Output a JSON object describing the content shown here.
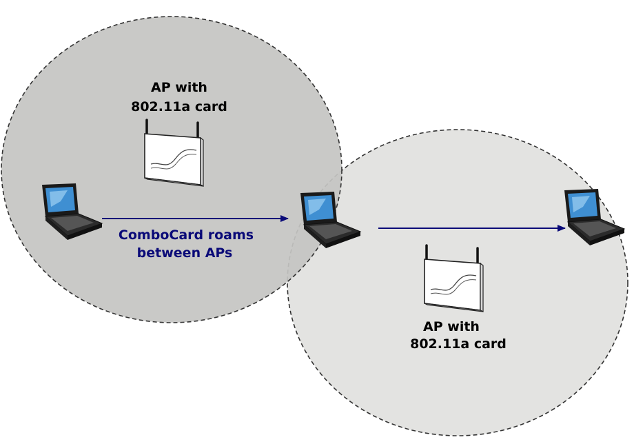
{
  "colors": {
    "zone_top": "#c4c4c2",
    "zone_bottom": "#e3e3e1",
    "zone_border": "#333333",
    "arrow": "#0a0a78",
    "caption": "#0a0a78"
  },
  "ap_top": {
    "label_line1": "AP with",
    "label_line2": "802.11a card"
  },
  "ap_bottom": {
    "label_line1": "AP with",
    "label_line2": "802.11a card"
  },
  "roam_caption": {
    "line1": "ComboCard roams",
    "line2": "between APs"
  },
  "icons": {
    "access_point": "access-point-icon",
    "laptop": "laptop-icon",
    "arrow": "arrow-right-icon"
  }
}
